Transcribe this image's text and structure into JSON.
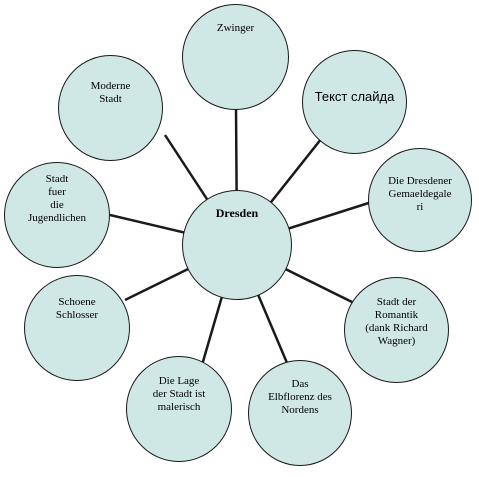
{
  "diagram": {
    "center": "Dresden",
    "nodes": {
      "zwinger": "Zwinger",
      "tekst_slaida": "Текст слайда",
      "gemaeldegalerie": "Die Dresdener\nGemaeldegale\nri",
      "romantik": "Stadt der\nRomantik\n(dank Richard\nWagner)",
      "elbflorenz": "Das\nElbflorenz des\nNordens",
      "lage": "Die Lage\nder Stadt ist\nmalerisch",
      "schloesser": "Schoene\nSchlosser",
      "jugendliche": "Stadt\nfuer\ndie\nJugendlichen",
      "moderne": "Moderne\nStadt"
    },
    "colors": {
      "node_fill": "#cfe8e6",
      "stroke": "#1a1a1a"
    }
  }
}
